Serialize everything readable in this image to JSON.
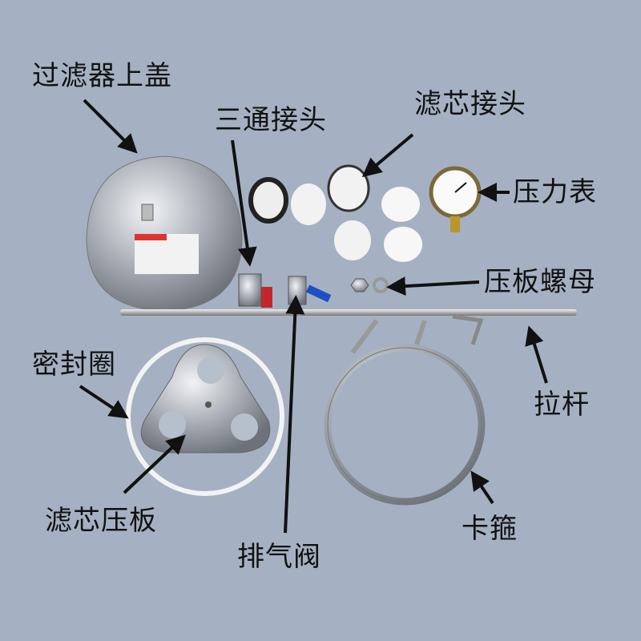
{
  "labels": {
    "lid": "过滤器上盖",
    "tee": "三通接头",
    "cartridge_connector": "滤芯接头",
    "pressure_gauge": "压力表",
    "plate_nut": "压板螺母",
    "pull_rod": "拉杆",
    "seal_ring": "密封圈",
    "cartridge_plate": "滤芯压板",
    "vent_valve": "排气阀",
    "clamp": "卡箍"
  },
  "colors": {
    "background": "#a5b1c2",
    "arrow": "#111111",
    "steel": "#c9ccd2",
    "white_part": "#f4f4f4"
  }
}
